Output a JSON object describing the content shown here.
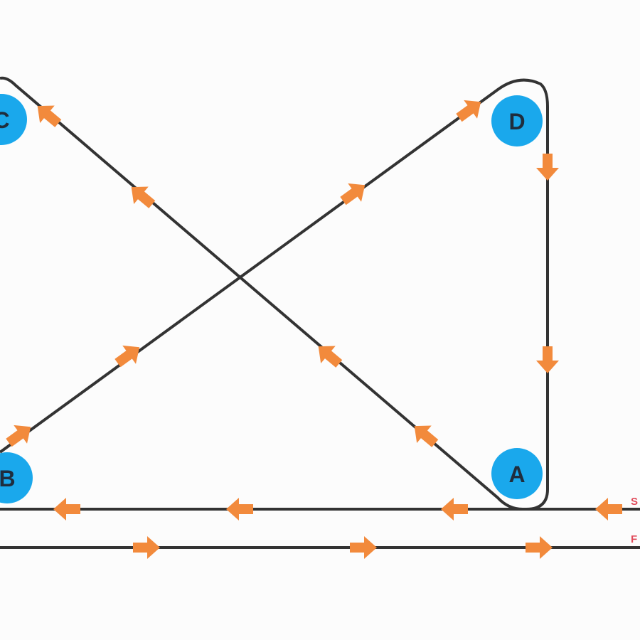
{
  "diagram": {
    "colors": {
      "background": "#fcfcfc",
      "path": "#333333",
      "arrow": "#f28a3c",
      "node": "#1aa8ec",
      "node_text": "#1f2d3d",
      "edge_label": "#e04a5a"
    },
    "nodes": {
      "A": {
        "label": "A"
      },
      "B": {
        "label": "B"
      },
      "C": {
        "label": "C"
      },
      "D": {
        "label": "D"
      }
    },
    "edge_labels": {
      "top_line": "S",
      "bottom_line": "F"
    },
    "arrow_icon": "arrow-icon"
  }
}
